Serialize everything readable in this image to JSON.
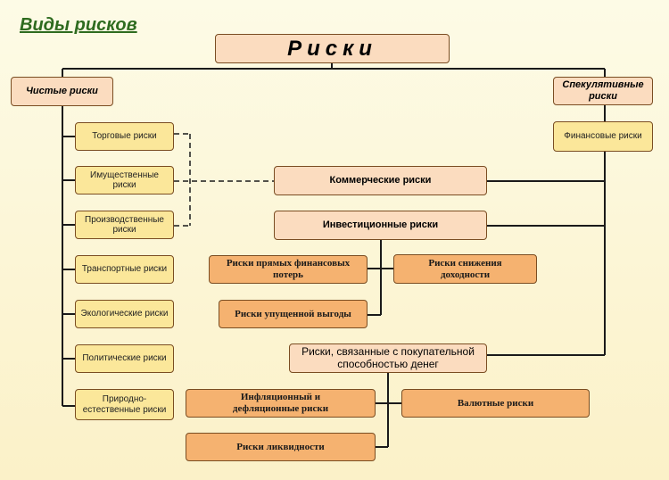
{
  "page_title": "Виды рисков",
  "root": "Риски",
  "pure": "Чистые риски",
  "speculative": "Спекулятивные риски",
  "pure_items": [
    "Торговые риски",
    "Имущественные риски",
    "Производственные риски",
    "Транспортные риски",
    "Экологические риски",
    "Политические риски",
    "Природно-естественные риски"
  ],
  "financial": "Финансовые риски",
  "commercial": "Коммерческие риски",
  "investment": "Инвестиционные риски",
  "direct_losses": "Риски прямых финансовых потерь",
  "yield_decrease": "Риски снижения доходности",
  "lost_profit": "Риски упущенной выгоды",
  "purchasing_power": "Риски, связанные с покупательной способностью денег",
  "inflation": "Инфляционный и дефляционные риски",
  "currency": "Валютные риски",
  "liquidity": "Риски ликвидности",
  "colors": {
    "title_green": "#2e6b1f",
    "line": "#1a1a1a",
    "box_peach": "#fbdcbf",
    "box_yellow": "#fbe79a",
    "box_orange": "#f5b270",
    "border": "#7a4d22"
  }
}
